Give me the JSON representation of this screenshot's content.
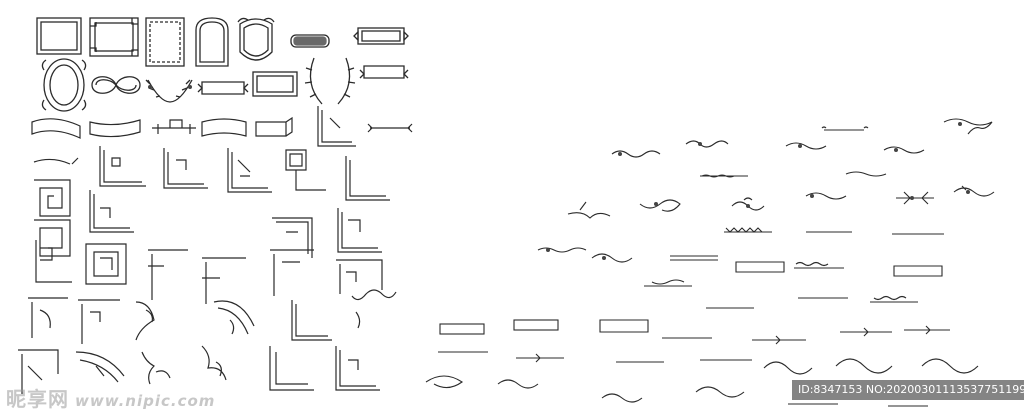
{
  "palette": {
    "stroke": "#2b2b2b",
    "fill": "#444444",
    "background": "#ffffff",
    "watermark": "#9a9a9a",
    "id_bar": "#6f6f6f"
  },
  "watermark": {
    "site_name": "昵享网",
    "site_url": "www.nipic.com"
  },
  "image_id": "ID:8347153 NO:20200301113537751199",
  "sections": [
    {
      "name": "frames-and-ribbons",
      "content": "outline decorative frames, wreaths, banners"
    },
    {
      "name": "corner-ornaments",
      "content": "geometric Chinese-style corner borders"
    },
    {
      "name": "floral-dividers",
      "content": "floral and scroll dividers"
    }
  ]
}
